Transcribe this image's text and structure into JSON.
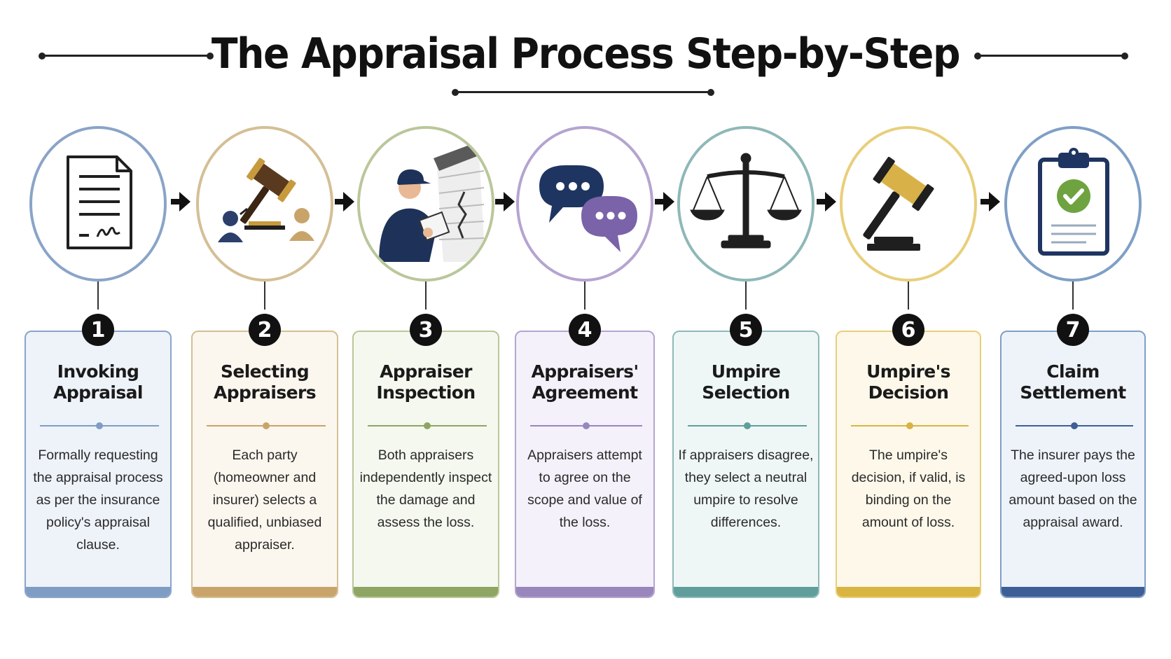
{
  "title": "The Appraisal Process Step-by-Step",
  "steps": [
    {
      "number": "1",
      "title_line1": "Invoking",
      "title_line2": "Appraisal",
      "description": "Formally requesting the appraisal process as per the insurance policy's appraisal clause.",
      "icon": "document-signature-icon",
      "accent": "#8aa4c8",
      "bg": "#eef2f9",
      "bar": "#7f9dc4"
    },
    {
      "number": "2",
      "title_line1": "Selecting",
      "title_line2": "Appraisers",
      "description": "Each party (homeowner and insurer) selects a qualified, unbiased appraiser.",
      "icon": "gavel-people-icon",
      "accent": "#d4bf95",
      "bg": "#fbf6ee",
      "bar": "#c9a46a"
    },
    {
      "number": "3",
      "title_line1": "Appraiser",
      "title_line2": "Inspection",
      "description": "Both appraisers independently inspect the damage and assess the loss.",
      "icon": "inspector-clipboard-icon",
      "accent": "#b9c79a",
      "bg": "#f5f8ef",
      "bar": "#8ea563"
    },
    {
      "number": "4",
      "title_line1": "Appraisers'",
      "title_line2": "Agreement",
      "description": "Appraisers attempt to agree on the scope and value of the loss.",
      "icon": "chat-bubbles-icon",
      "accent": "#b5a4cf",
      "bg": "#f4f1fa",
      "bar": "#9886bd"
    },
    {
      "number": "5",
      "title_line1": "Umpire",
      "title_line2": "Selection",
      "description": "If appraisers disagree, they select a neutral umpire to resolve differences.",
      "icon": "scales-icon",
      "accent": "#8fb8b8",
      "bg": "#eff7f6",
      "bar": "#5f9e9b"
    },
    {
      "number": "6",
      "title_line1": "Umpire's",
      "title_line2": "Decision",
      "description": "The umpire's decision, if valid, is binding on the amount of loss.",
      "icon": "gold-gavel-icon",
      "accent": "#e8cf7a",
      "bg": "#fdf8ea",
      "bar": "#d9b441"
    },
    {
      "number": "7",
      "title_line1": "Claim",
      "title_line2": "Settlement",
      "description": "The insurer pays the agreed-upon loss amount based on the appraisal award.",
      "icon": "clipboard-check-icon",
      "accent": "#7f9fc6",
      "bg": "#eef3fa",
      "bar": "#3d5f96"
    }
  ]
}
